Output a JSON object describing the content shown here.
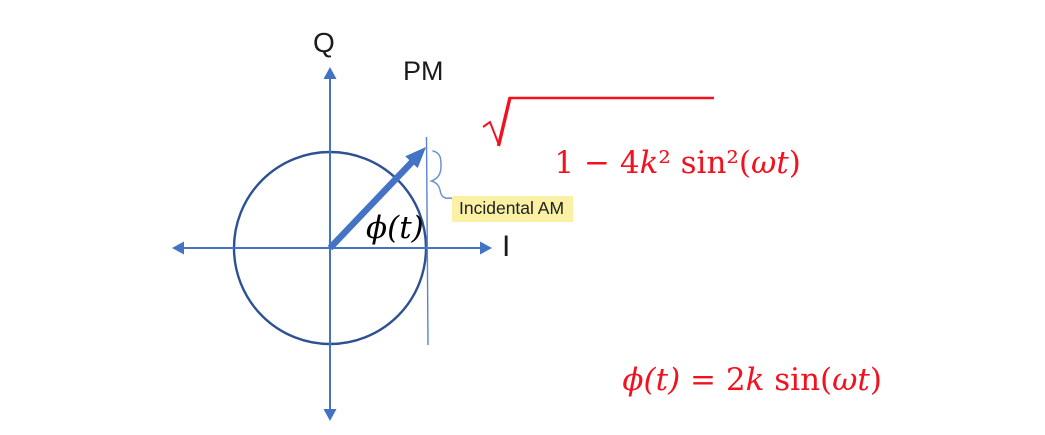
{
  "colors": {
    "axis_blue": "#4472C4",
    "vector_blue": "#4472C4",
    "circle_navy": "#2E5191",
    "tangent_line_blue": "#5B84CD",
    "callout_blue": "#6C92D0",
    "formula_red": "#F2111E",
    "highlight_yellow": "#FBF1A4",
    "label_black": "#1B1B1B",
    "background": "#FFFFFF"
  },
  "icons": {
    "radical_sign": "√",
    "brace_callout": "curly-brace pointer",
    "arrowheads": "triangular axis/vector arrowheads"
  },
  "diagram": {
    "q_axis_label": "Q",
    "i_axis_label": "I",
    "vector_label": "PM",
    "phase_angle_label": "ϕ(t)",
    "callout_label": "Incidental AM"
  },
  "formulas": {
    "am_envelope": {
      "radical": "√",
      "parts": [
        "1 − 4",
        "k",
        "² sin²(",
        "ωt",
        ")"
      ]
    },
    "pm_phase": {
      "parts": [
        "ϕ(t)",
        " = 2",
        "k",
        " sin(",
        "ωt",
        ")"
      ]
    }
  }
}
